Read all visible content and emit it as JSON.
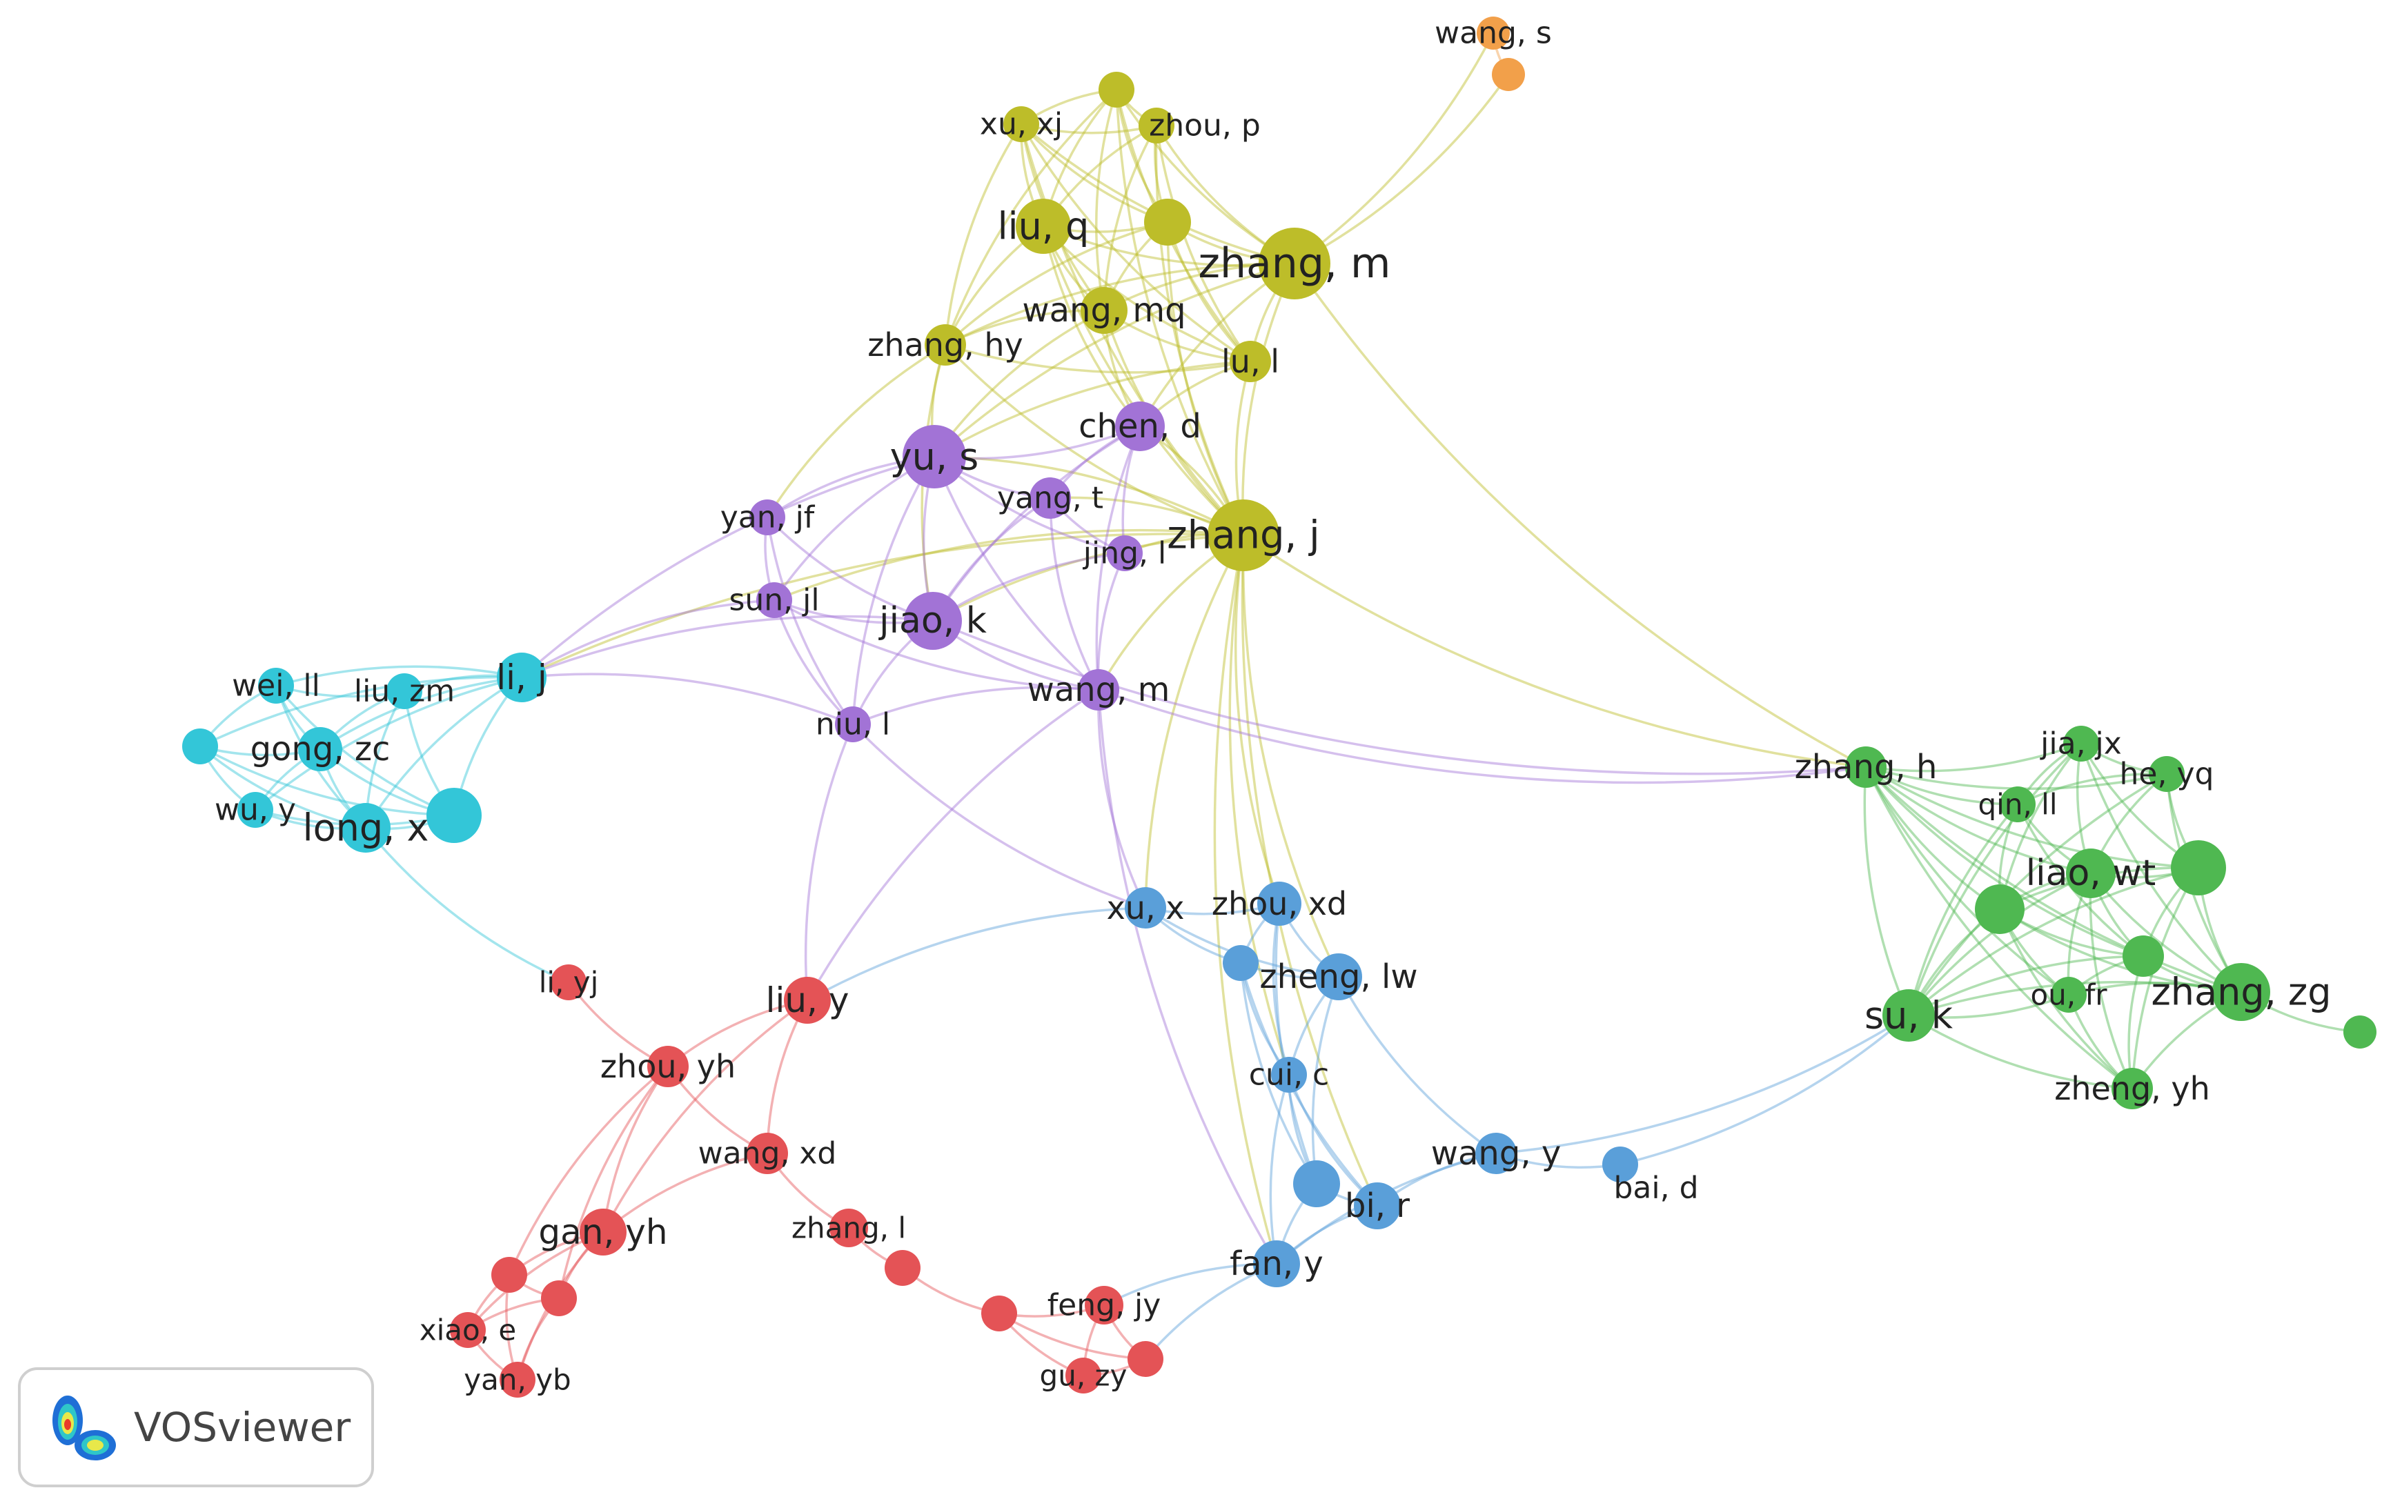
{
  "clusters": {
    "red": "#e45356",
    "green": "#4fb851",
    "blue": "#5a9fd9",
    "yellow": "#bdbd29",
    "purple": "#a273d6",
    "cyan": "#33c6d8",
    "orange": "#f2a04a"
  },
  "nodes": [
    {
      "id": "wang_s",
      "label": "wang, s",
      "cluster": "orange"
    },
    {
      "id": "orange2",
      "label": "",
      "cluster": "orange"
    },
    {
      "id": "y_top",
      "label": "",
      "cluster": "yellow"
    },
    {
      "id": "xu_xj",
      "label": "xu, xj",
      "cluster": "yellow"
    },
    {
      "id": "zhou_p",
      "label": "zhou, p",
      "cluster": "yellow"
    },
    {
      "id": "liu_q",
      "label": "liu, q",
      "cluster": "yellow"
    },
    {
      "id": "y_mid",
      "label": "",
      "cluster": "yellow"
    },
    {
      "id": "zhang_m",
      "label": "zhang, m",
      "cluster": "yellow"
    },
    {
      "id": "wang_mq",
      "label": "wang, mq",
      "cluster": "yellow"
    },
    {
      "id": "zhang_hy",
      "label": "zhang, hy",
      "cluster": "yellow"
    },
    {
      "id": "lu_l",
      "label": "lu, l",
      "cluster": "yellow"
    },
    {
      "id": "zhang_j",
      "label": "zhang, j",
      "cluster": "yellow"
    },
    {
      "id": "chen_d",
      "label": "chen, d",
      "cluster": "purple"
    },
    {
      "id": "yu_s",
      "label": "yu, s",
      "cluster": "purple"
    },
    {
      "id": "yang_t",
      "label": "yang, t",
      "cluster": "purple"
    },
    {
      "id": "yan_jf",
      "label": "yan, jf",
      "cluster": "purple"
    },
    {
      "id": "jing_l",
      "label": "jing, l",
      "cluster": "purple"
    },
    {
      "id": "sun_jl",
      "label": "sun, jl",
      "cluster": "purple"
    },
    {
      "id": "jiao_k",
      "label": "jiao, k",
      "cluster": "purple"
    },
    {
      "id": "wang_m",
      "label": "wang, m",
      "cluster": "purple"
    },
    {
      "id": "niu_l",
      "label": "niu, l",
      "cluster": "purple"
    },
    {
      "id": "li_j",
      "label": "li, j",
      "cluster": "cyan"
    },
    {
      "id": "wei_ll",
      "label": "wei, ll",
      "cluster": "cyan"
    },
    {
      "id": "liu_zm",
      "label": "liu, zm",
      "cluster": "cyan"
    },
    {
      "id": "c_left",
      "label": "",
      "cluster": "cyan"
    },
    {
      "id": "gong_zc",
      "label": "gong, zc",
      "cluster": "cyan"
    },
    {
      "id": "wu_y",
      "label": "wu, y",
      "cluster": "cyan"
    },
    {
      "id": "long_x",
      "label": "long, x",
      "cluster": "cyan"
    },
    {
      "id": "c_big",
      "label": "",
      "cluster": "cyan"
    },
    {
      "id": "xu_x",
      "label": "xu, x",
      "cluster": "blue"
    },
    {
      "id": "zhou_xd",
      "label": "zhou, xd",
      "cluster": "blue"
    },
    {
      "id": "b_small",
      "label": "",
      "cluster": "blue"
    },
    {
      "id": "zheng_lw",
      "label": "zheng, lw",
      "cluster": "blue"
    },
    {
      "id": "cui_c",
      "label": "cui, c",
      "cluster": "blue"
    },
    {
      "id": "wang_y",
      "label": "wang, y",
      "cluster": "blue"
    },
    {
      "id": "bai_d",
      "label": "bai, d",
      "cluster": "blue"
    },
    {
      "id": "b_left",
      "label": "",
      "cluster": "blue"
    },
    {
      "id": "bi_r",
      "label": "bi, r",
      "cluster": "blue"
    },
    {
      "id": "fan_y",
      "label": "fan, y",
      "cluster": "blue"
    },
    {
      "id": "li_yj",
      "label": "li, yj",
      "cluster": "red"
    },
    {
      "id": "liu_y",
      "label": "liu, y",
      "cluster": "red"
    },
    {
      "id": "zhou_yh",
      "label": "zhou, yh",
      "cluster": "red"
    },
    {
      "id": "wang_xd",
      "label": "wang, xd",
      "cluster": "red"
    },
    {
      "id": "zhang_l",
      "label": "zhang, l",
      "cluster": "red"
    },
    {
      "id": "gan_yh",
      "label": "gan, yh",
      "cluster": "red"
    },
    {
      "id": "r_a",
      "label": "",
      "cluster": "red"
    },
    {
      "id": "r_b",
      "label": "",
      "cluster": "red"
    },
    {
      "id": "xiao_e",
      "label": "xiao, e",
      "cluster": "red"
    },
    {
      "id": "yan_yb",
      "label": "yan, yb",
      "cluster": "red"
    },
    {
      "id": "r_c",
      "label": "",
      "cluster": "red"
    },
    {
      "id": "r_d",
      "label": "",
      "cluster": "red"
    },
    {
      "id": "feng_jy",
      "label": "feng, jy",
      "cluster": "red"
    },
    {
      "id": "gu_zy",
      "label": "gu, zy",
      "cluster": "red"
    },
    {
      "id": "r_e",
      "label": "",
      "cluster": "red"
    },
    {
      "id": "zhang_h",
      "label": "zhang, h",
      "cluster": "green"
    },
    {
      "id": "jia_jx",
      "label": "jia, jx",
      "cluster": "green"
    },
    {
      "id": "he_yq",
      "label": "he, yq",
      "cluster": "green"
    },
    {
      "id": "qin_ll",
      "label": "qin, ll",
      "cluster": "green"
    },
    {
      "id": "liao_wt",
      "label": "liao, wt",
      "cluster": "green"
    },
    {
      "id": "g_big",
      "label": "",
      "cluster": "green"
    },
    {
      "id": "g_left",
      "label": "",
      "cluster": "green"
    },
    {
      "id": "g_mid",
      "label": "",
      "cluster": "green"
    },
    {
      "id": "zhang_zg",
      "label": "zhang, zg",
      "cluster": "green"
    },
    {
      "id": "su_k",
      "label": "su, k",
      "cluster": "green"
    },
    {
      "id": "ou_fr",
      "label": "ou, fr",
      "cluster": "green"
    },
    {
      "id": "zheng_yh",
      "label": "zheng, yh",
      "cluster": "green"
    },
    {
      "id": "g_out",
      "label": "",
      "cluster": "green"
    }
  ],
  "badge": {
    "text": "VOSviewer",
    "icon": "vosviewer-logo-icon"
  }
}
